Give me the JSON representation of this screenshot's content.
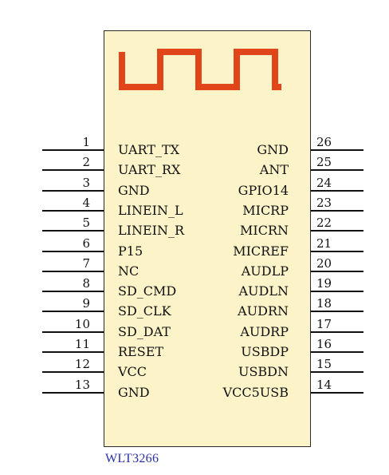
{
  "part_name": "WLT3266",
  "colors": {
    "body": "#fcf3c9",
    "antenna": "#e0461a",
    "part_name": "#2a2fa8"
  },
  "left_pins": [
    {
      "num": "1",
      "label": "UART_TX"
    },
    {
      "num": "2",
      "label": "UART_RX"
    },
    {
      "num": "3",
      "label": "GND"
    },
    {
      "num": "4",
      "label": "LINEIN_L"
    },
    {
      "num": "5",
      "label": "LINEIN_R"
    },
    {
      "num": "6",
      "label": "P15"
    },
    {
      "num": "7",
      "label": "NC"
    },
    {
      "num": "8",
      "label": "SD_CMD"
    },
    {
      "num": "9",
      "label": "SD_CLK"
    },
    {
      "num": "10",
      "label": "SD_DAT"
    },
    {
      "num": "11",
      "label": "RESET"
    },
    {
      "num": "12",
      "label": "VCC"
    },
    {
      "num": "13",
      "label": "GND"
    }
  ],
  "right_pins": [
    {
      "num": "26",
      "label": "GND"
    },
    {
      "num": "25",
      "label": "ANT"
    },
    {
      "num": "24",
      "label": "GPIO14"
    },
    {
      "num": "23",
      "label": "MICRP"
    },
    {
      "num": "22",
      "label": "MICRN"
    },
    {
      "num": "21",
      "label": "MICREF"
    },
    {
      "num": "20",
      "label": "AUDLP"
    },
    {
      "num": "19",
      "label": "AUDLN"
    },
    {
      "num": "18",
      "label": "AUDRN"
    },
    {
      "num": "17",
      "label": "AUDRP"
    },
    {
      "num": "16",
      "label": "USBDP"
    },
    {
      "num": "15",
      "label": "USBDN"
    },
    {
      "num": "14",
      "label": "VCC5USB"
    }
  ]
}
